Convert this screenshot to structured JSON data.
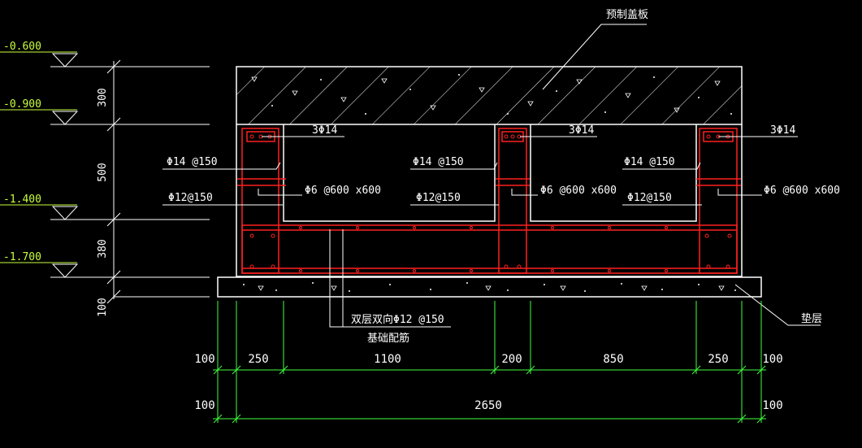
{
  "elevations": [
    "-0.600",
    "-0.900",
    "-1.400",
    "-1.700"
  ],
  "vertical_dims": [
    "300",
    "500",
    "380",
    "100"
  ],
  "labels": {
    "precast_slab": "预制盖板",
    "rebar_top_left": "3Φ14",
    "rebar_top_mid": "3Φ14",
    "rebar_top_right": "3Φ14",
    "stirrup_left": "Φ14 @150",
    "stirrup_mid": "Φ14 @150",
    "stirrup_right": "Φ14 @150",
    "tie_left": "Φ12@150",
    "tie_mid": "Φ12@150",
    "tie_right": "Φ12@150",
    "mesh_left": "Φ6 @600 x600",
    "mesh_mid": "Φ6 @600 x600",
    "mesh_right": "Φ6 @600 x600",
    "base_rebar_1": "双层双向Φ12 @150",
    "base_rebar_2": "基础配筋",
    "cushion": "垫层"
  },
  "horizontal_dims_row1": [
    "100",
    "250",
    "1100",
    "200",
    "850",
    "250",
    "100"
  ],
  "horizontal_dims_row2": [
    "100",
    "2650",
    "100"
  ],
  "colors": {
    "concrete": "#ffffff",
    "rebar": "#ff2020",
    "dim_line": "#40ff40",
    "elev_text": "#c8ff3c"
  }
}
